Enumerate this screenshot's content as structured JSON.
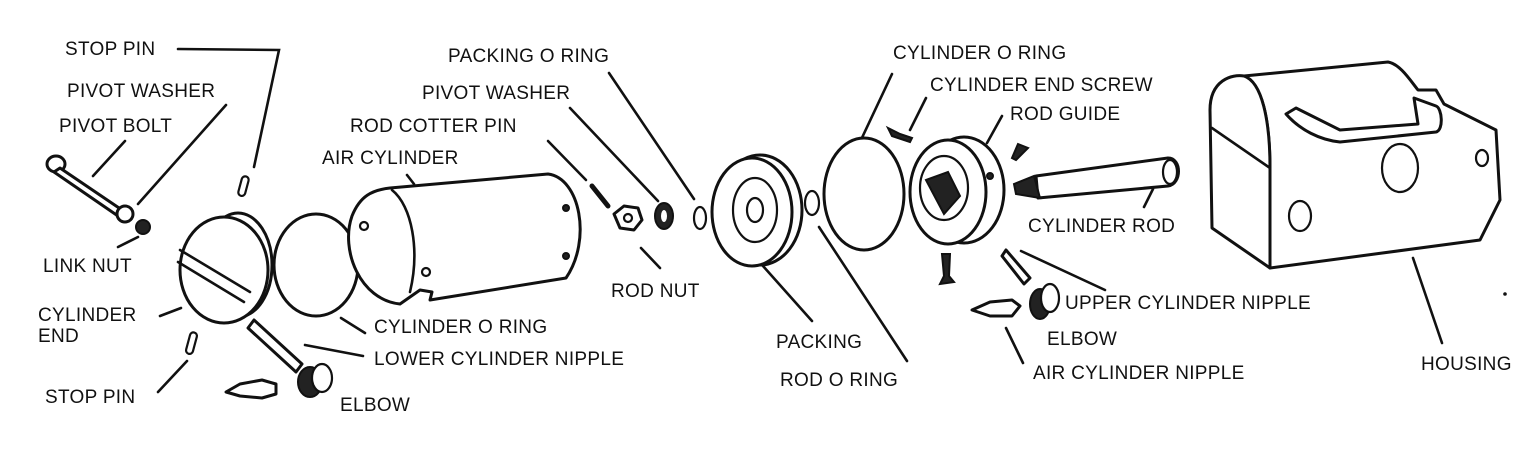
{
  "diagram": {
    "title": "Air cylinder exploded view",
    "background": "#ffffff",
    "ink": "#111111",
    "labels": {
      "stop_pin_top": "STOP PIN",
      "pivot_washer_left": "PIVOT WASHER",
      "pivot_bolt": "PIVOT BOLT",
      "link_nut": "LINK NUT",
      "cylinder_end_1": "CYLINDER",
      "cylinder_end_2": "END",
      "stop_pin_bottom": "STOP PIN",
      "elbow_left": "ELBOW",
      "air_cylinder": "AIR CYLINDER",
      "rod_cotter_pin": "ROD COTTER PIN",
      "pivot_washer_mid": "PIVOT WASHER",
      "packing_o_ring": "PACKING O RING",
      "cylinder_o_ring_lower": "CYLINDER O RING",
      "lower_cylinder_nipple": "LOWER CYLINDER NIPPLE",
      "rod_nut": "ROD NUT",
      "packing": "PACKING",
      "rod_o_ring": "ROD O RING",
      "cylinder_o_ring_upper": "CYLINDER O RING",
      "cylinder_end_screw": "CYLINDER END SCREW",
      "rod_guide": "ROD GUIDE",
      "cylinder_rod": "CYLINDER ROD",
      "upper_cylinder_nipple": "UPPER CYLINDER NIPPLE",
      "elbow_right": "ELBOW",
      "air_cylinder_nipple": "AIR CYLINDER NIPPLE",
      "housing": "HOUSING"
    }
  }
}
